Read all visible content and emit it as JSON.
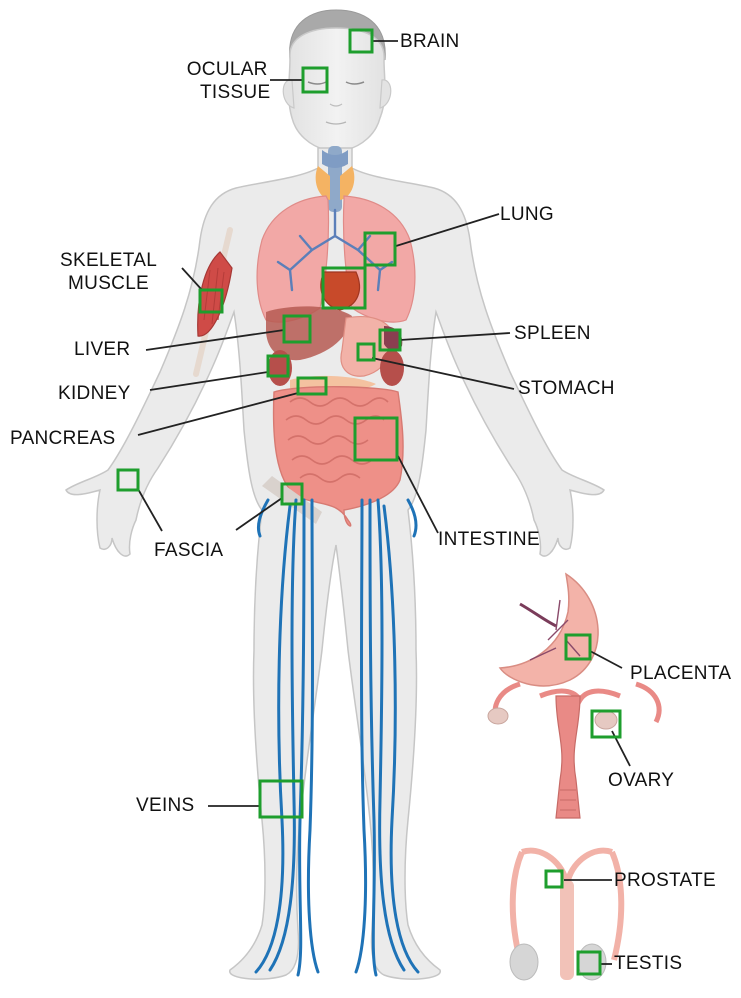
{
  "labels": {
    "brain": "BRAIN",
    "ocular_line1": "OCULAR",
    "ocular_line2": "TISSUE",
    "lung": "LUNG",
    "skeletal_line1": "SKELETAL",
    "skeletal_line2": "MUSCLE",
    "liver": "LIVER",
    "spleen": "SPLEEN",
    "kidney": "KIDNEY",
    "stomach": "STOMACH",
    "pancreas": "PANCREAS",
    "fascia": "FASCIA",
    "intestine": "INTESTINE",
    "placenta": "PLACENTA",
    "ovary": "OVARY",
    "veins": "VEINS",
    "prostate": "PROSTATE",
    "testis": "TESTIS"
  },
  "colors": {
    "marker": "#1e9e2d",
    "leader": "#222222",
    "skin": "#ececec",
    "skin_outline": "#c9c9c9",
    "vein": "#1f73b7",
    "organ": "#e98a86",
    "lung": "#f2a8a6",
    "muscle": "#cf4b47",
    "intestine": "#ee9088",
    "thyroid": "#f4b363",
    "trachea": "#8fa9c9"
  }
}
